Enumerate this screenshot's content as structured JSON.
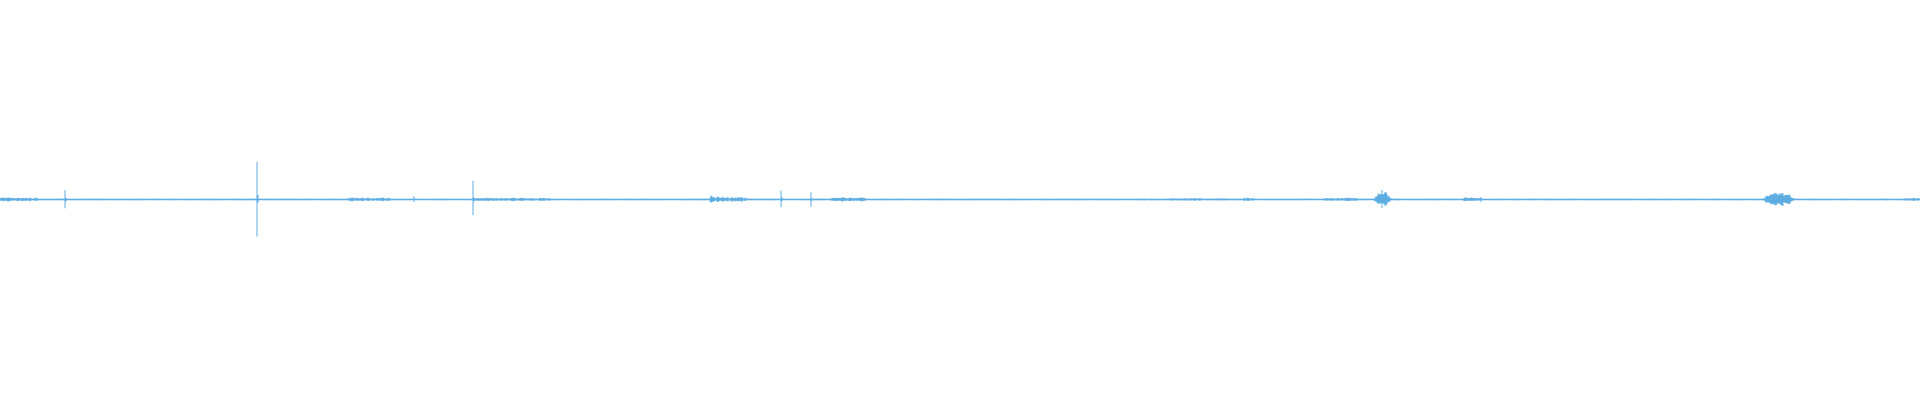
{
  "waveform": {
    "color": "#5DADE2",
    "background": "#FFFFFF",
    "bursts": [
      {
        "t": 0.0,
        "amp": 0.012,
        "len": 0.02,
        "shape": "flat"
      },
      {
        "t": 0.0336,
        "amp": 0.05,
        "len": 0.0025,
        "shape": "spike"
      },
      {
        "t": 0.1339,
        "amp": 0.19,
        "len": 0.0015,
        "shape": "spike"
      },
      {
        "t": 0.182,
        "amp": 0.012,
        "len": 0.022,
        "shape": "flat"
      },
      {
        "t": 0.2155,
        "amp": 0.018,
        "len": 0.002,
        "shape": "spike"
      },
      {
        "t": 0.2464,
        "amp": 0.125,
        "len": 0.0018,
        "shape": "spike"
      },
      {
        "t": 0.247,
        "amp": 0.01,
        "len": 0.04,
        "shape": "flat"
      },
      {
        "t": 0.37,
        "amp": 0.035,
        "len": 0.02,
        "shape": "noise"
      },
      {
        "t": 0.407,
        "amp": 0.055,
        "len": 0.002,
        "shape": "spike"
      },
      {
        "t": 0.4225,
        "amp": 0.05,
        "len": 0.002,
        "shape": "spike"
      },
      {
        "t": 0.433,
        "amp": 0.012,
        "len": 0.018,
        "shape": "flat"
      },
      {
        "t": 0.61,
        "amp": 0.008,
        "len": 0.03,
        "shape": "flat"
      },
      {
        "t": 0.648,
        "amp": 0.01,
        "len": 0.005,
        "shape": "flat"
      },
      {
        "t": 0.689,
        "amp": 0.01,
        "len": 0.018,
        "shape": "flat"
      },
      {
        "t": 0.715,
        "amp": 0.05,
        "len": 0.01,
        "shape": "blob"
      },
      {
        "t": 0.762,
        "amp": 0.014,
        "len": 0.01,
        "shape": "flat"
      },
      {
        "t": 0.917,
        "amp": 0.045,
        "len": 0.018,
        "shape": "blob"
      },
      {
        "t": 0.992,
        "amp": 0.01,
        "len": 0.008,
        "shape": "flat"
      }
    ]
  }
}
